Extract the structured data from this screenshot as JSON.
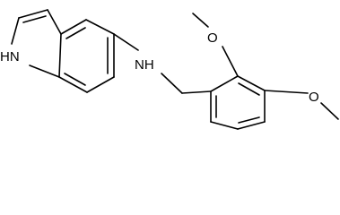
{
  "molecule": {
    "labels": {
      "nh_indole": "HN",
      "nh_amine": "NH",
      "o_top": "O",
      "o_right": "O"
    },
    "colors": {
      "bond": "#000000",
      "text": "#000000",
      "background": "#ffffff"
    }
  }
}
